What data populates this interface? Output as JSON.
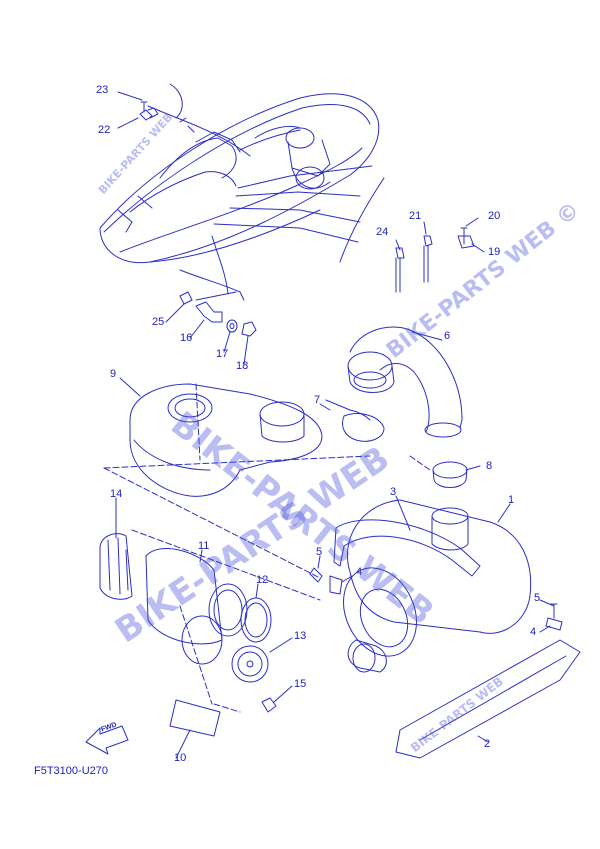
{
  "diagram": {
    "part_code": "F5T3100-U270",
    "fwd_label": "FWD",
    "callouts": {
      "c1": "1",
      "c2": "2",
      "c3": "3",
      "c4a": "4",
      "c4b": "4",
      "c5a": "5",
      "c5b": "5",
      "c6": "6",
      "c7": "7",
      "c8": "8",
      "c9": "9",
      "c10": "10",
      "c11": "11",
      "c12": "12",
      "c13": "13",
      "c14": "14",
      "c15": "15",
      "c16": "16",
      "c17": "17",
      "c18": "18",
      "c19": "19",
      "c20": "20",
      "c21": "21",
      "c22": "22",
      "c23": "23",
      "c24": "24",
      "c25": "25"
    },
    "watermarks": {
      "w1": "BIKE-PARTS WEB",
      "w2": "BIKE-PARTS WEB ©",
      "w3": "BIKE-PARTS WEB",
      "w4": "BIKE-PARTS WEB",
      "w5": "BIKE-PARTS WEB"
    },
    "colors": {
      "line": "#2b2fc4",
      "text": "#1f23b4",
      "watermark": "#5a64dc"
    }
  }
}
